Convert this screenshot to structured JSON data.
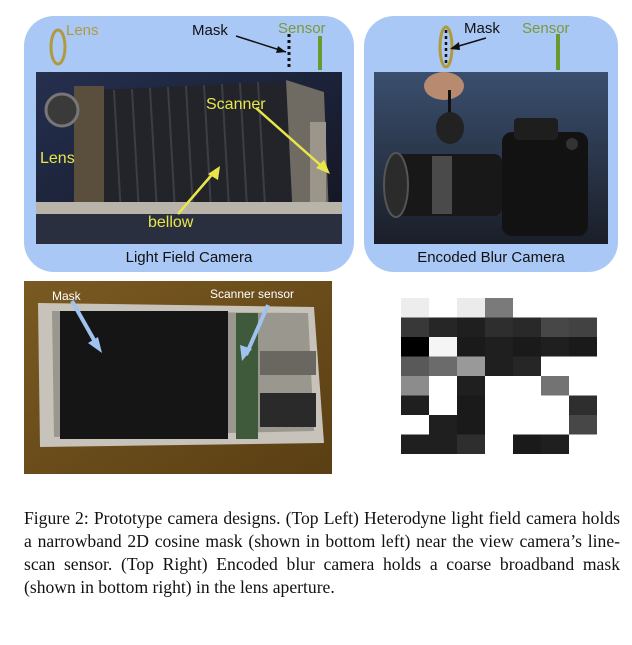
{
  "top_left": {
    "caption": "Light Field Camera",
    "diagram": {
      "lens": "Lens",
      "mask": "Mask",
      "sensor": "Sensor"
    },
    "photo_labels": {
      "scanner": "Scanner",
      "lens": "Lens",
      "bellow": "bellow"
    }
  },
  "top_right": {
    "caption": "Encoded Blur Camera",
    "diagram": {
      "mask": "Mask",
      "sensor": "Sensor"
    }
  },
  "bottom_left": {
    "labels": {
      "mask": "Mask",
      "scanner_sensor": "Scanner sensor"
    }
  },
  "bottom_right": {
    "grid": [
      [
        0.93,
        1.0,
        0.92,
        0.48,
        1.0,
        1.0,
        1.0
      ],
      [
        0.22,
        0.15,
        0.12,
        0.18,
        0.16,
        0.28,
        0.26
      ],
      [
        0.0,
        0.96,
        0.1,
        0.12,
        0.1,
        0.12,
        0.1
      ],
      [
        0.35,
        0.42,
        0.6,
        0.12,
        0.15,
        1.0,
        1.0
      ],
      [
        0.55,
        1.0,
        0.12,
        1.0,
        1.0,
        0.45,
        1.0
      ],
      [
        0.12,
        1.0,
        0.1,
        1.0,
        1.0,
        1.0,
        0.18
      ],
      [
        1.0,
        0.12,
        0.1,
        1.0,
        1.0,
        1.0,
        0.28
      ],
      [
        0.12,
        0.12,
        0.18,
        1.0,
        0.1,
        0.12,
        1.0
      ]
    ]
  },
  "figure_caption": "Figure 2: Prototype camera designs. (Top Left) Heterodyne light field camera holds a narrowband 2D cosine mask (shown in bottom left) near the view camera’s line-scan sensor. (Top Right) Encoded blur camera holds a coarse broadband mask (shown in bottom right) in the lens aperture."
}
